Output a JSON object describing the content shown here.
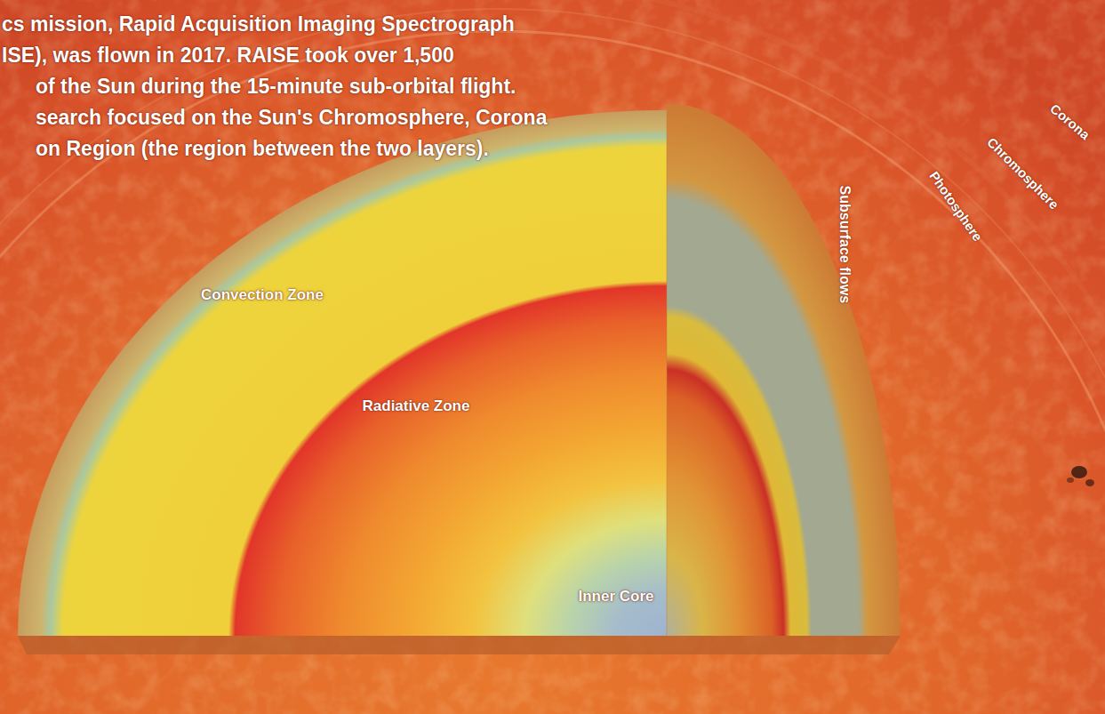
{
  "diagram": {
    "labels": [
      "cs mission, Rapid Acquisition Imaging Spectrograph",
      "ISE), was flown in 2017. RAISE took over 1,500",
      "of the Sun during the 15-minute sub-orbital flight.",
      "search focused on the Sun's Chromosphere, Corona",
      "on Region (the region between the two layers).",
      "Corona",
      "Chromosphere",
      "Photosphere",
      "Subsurface flows",
      "Convection Zone",
      "Radiative Zone",
      "Inner Core"
    ]
  }
}
